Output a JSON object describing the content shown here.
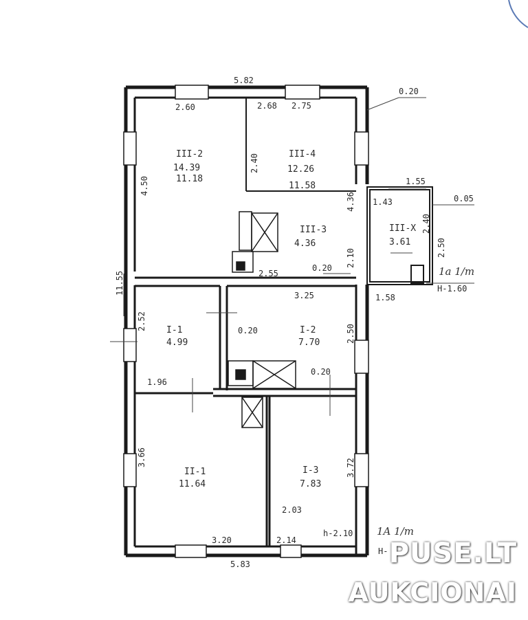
{
  "plan": {
    "dims": {
      "top_width": "5.82",
      "bottom_width": "5.83",
      "total_length": "11.55",
      "wall_020_top": "0.20",
      "wall_020_mid": "0.20",
      "wall_020_left": "0.20",
      "wall_020_low": "0.20",
      "wall_203": "2.03",
      "ext_005": "0.05",
      "r_260": "2.60",
      "r_268": "2.68",
      "r_275": "2.75",
      "r_240": "2.40",
      "r_450": "4.50",
      "r_436": "4.36",
      "r_155": "1.55",
      "r_143": "1.43",
      "r_210": "2.10",
      "r_255": "2.55",
      "r_158": "1.58",
      "r_325": "3.25",
      "r_252": "2.52",
      "r_250": "2.50",
      "r_196": "1.96",
      "r_366": "3.66",
      "r_372": "3.72",
      "r_320": "3.20",
      "r_214": "2.14",
      "ext_240": "2.40",
      "ext_250": "2.50"
    },
    "rooms": [
      {
        "id": "III-2",
        "area": "14.39",
        "area2": "11.18"
      },
      {
        "id": "III-4",
        "area": "12.26",
        "area2": "11.58"
      },
      {
        "id": "III-3",
        "area": "4.36"
      },
      {
        "id": "III-X",
        "area": "3.61"
      },
      {
        "id": "I-1",
        "area": "4.99"
      },
      {
        "id": "I-2",
        "area": "7.70"
      },
      {
        "id": "II-1",
        "area": "11.64"
      },
      {
        "id": "I-3",
        "area": "7.83"
      }
    ],
    "notes": {
      "ext_mark": "1a 1/m",
      "ext_height": "H-1.60",
      "corner_mark": "1A 1/m",
      "height_210": "h-2.10",
      "height_H": "H-"
    }
  },
  "watermark": {
    "line1": "PUSE.LT",
    "line2": "AUKCIONAI"
  }
}
